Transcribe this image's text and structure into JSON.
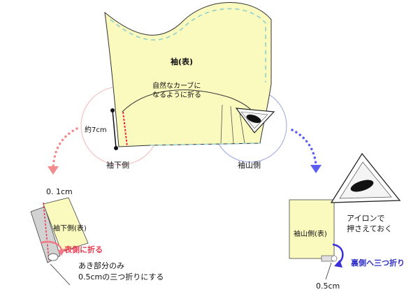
{
  "colors": {
    "fabric": "#fafabe",
    "outline": "#333333",
    "stitch": "#8ecfcf",
    "pink_circle": "#f4b7b7",
    "blue_circle": "#9aa4e0",
    "red_seam": "#e8294b",
    "pink_arrow": "#f07a86",
    "blue_arrow": "#4a3ee0",
    "iron_dark": "#111111"
  },
  "labels": {
    "sleeve_front": "袖(表)",
    "curve_note_1": "自然なカーブに",
    "curve_note_2": "なるように折る",
    "approx_length": "約7cm",
    "lower_side": "袖下側",
    "upper_side": "袖山側",
    "fold_width_top": "0. 1cm",
    "lower_side_front": "袖下側(表)",
    "fold_to_front": "表側に折る",
    "opening_note_1": "あき部分のみ",
    "opening_note_2": "0.5cmの三つ折りにする",
    "upper_side_front": "袖山側(表)",
    "iron_note_1": "アイロンで",
    "iron_note_2": "押さえておく",
    "fold_to_back": "裏側へ三つ折り",
    "fold_width_bottom": "0.5cm"
  },
  "icons": [
    "iron-icon",
    "iron-icon-large",
    "curved-arrow-pink-icon",
    "curved-arrow-blue-icon"
  ]
}
